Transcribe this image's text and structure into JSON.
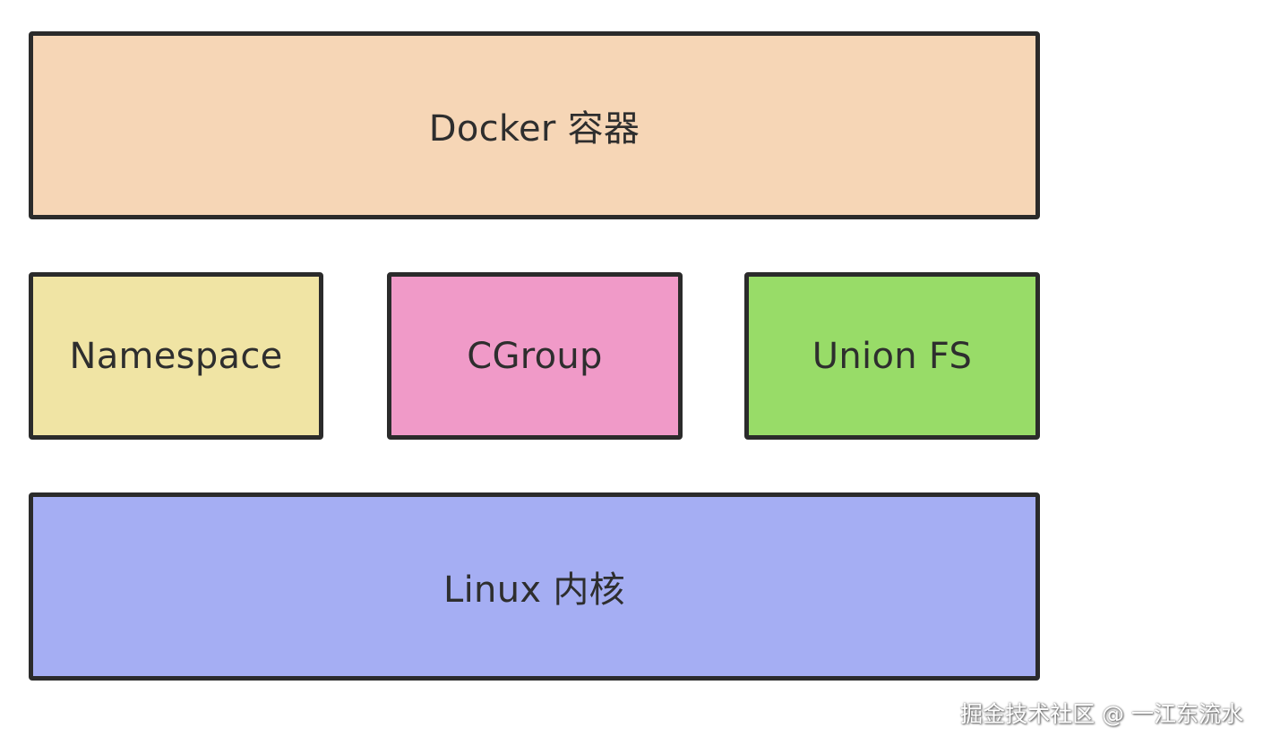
{
  "diagram": {
    "docker_label": "Docker 容器",
    "namespace_label": "Namespace",
    "cgroup_label": "CGroup",
    "unionfs_label": "Union FS",
    "linux_label": "Linux 内核",
    "colors": {
      "docker": "#f6d6b6",
      "namespace": "#f0e4a4",
      "cgroup": "#f09ac8",
      "unionfs": "#98dc68",
      "linux": "#a5aef3",
      "border": "#2b2b2b"
    }
  },
  "watermark": {
    "text": "掘金技术社区 @ 一江东流水"
  }
}
